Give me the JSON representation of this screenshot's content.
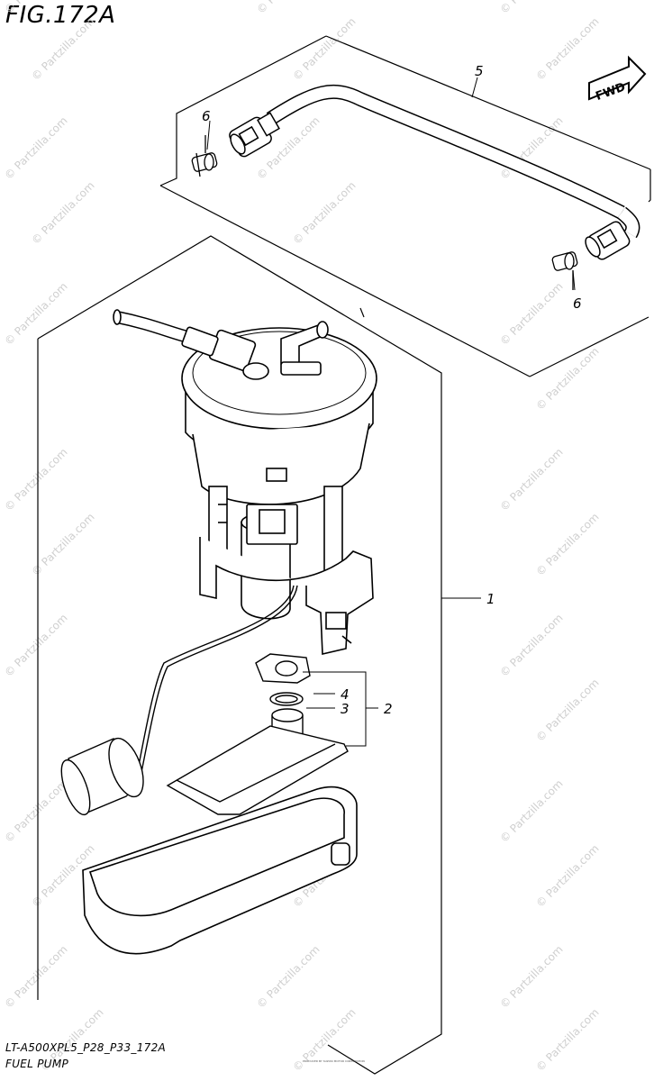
{
  "figure_title": "FIG.172A",
  "model_code": "LT-A500XPL5_P28_P33_172A",
  "section_name": "FUEL PUMP",
  "fwd_label": "FWD",
  "callouts": [
    "1",
    "2",
    "3",
    "4",
    "5",
    "6",
    "6"
  ],
  "watermark": "© Partzilla.com",
  "fine_print": "PRODUCED BY SUZUKI MOTOR CORPORATION"
}
